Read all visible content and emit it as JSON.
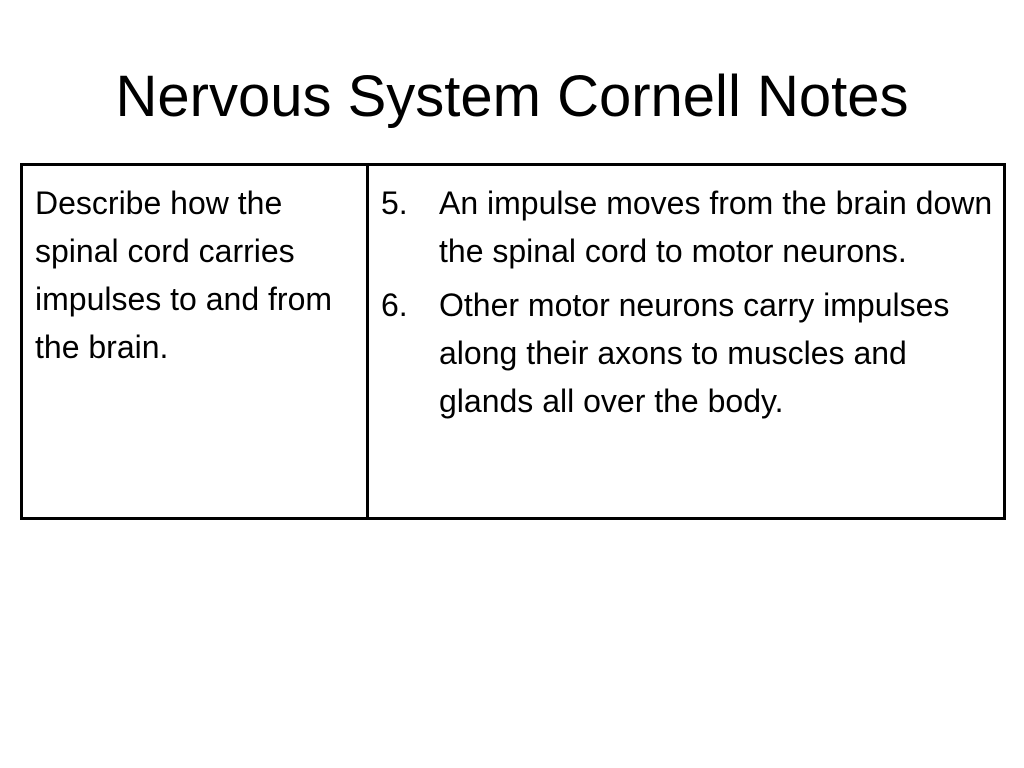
{
  "slide": {
    "title": "Nervous System Cornell Notes",
    "cue": "Describe how the spinal cord carries impulses to and from the brain.",
    "notes": [
      {
        "number": "5.",
        "text": "An impulse moves from the brain down the spinal cord to motor neurons."
      },
      {
        "number": "6.",
        "text": "Other motor neurons carry impulses along their axons to muscles and glands all over the body."
      }
    ]
  }
}
